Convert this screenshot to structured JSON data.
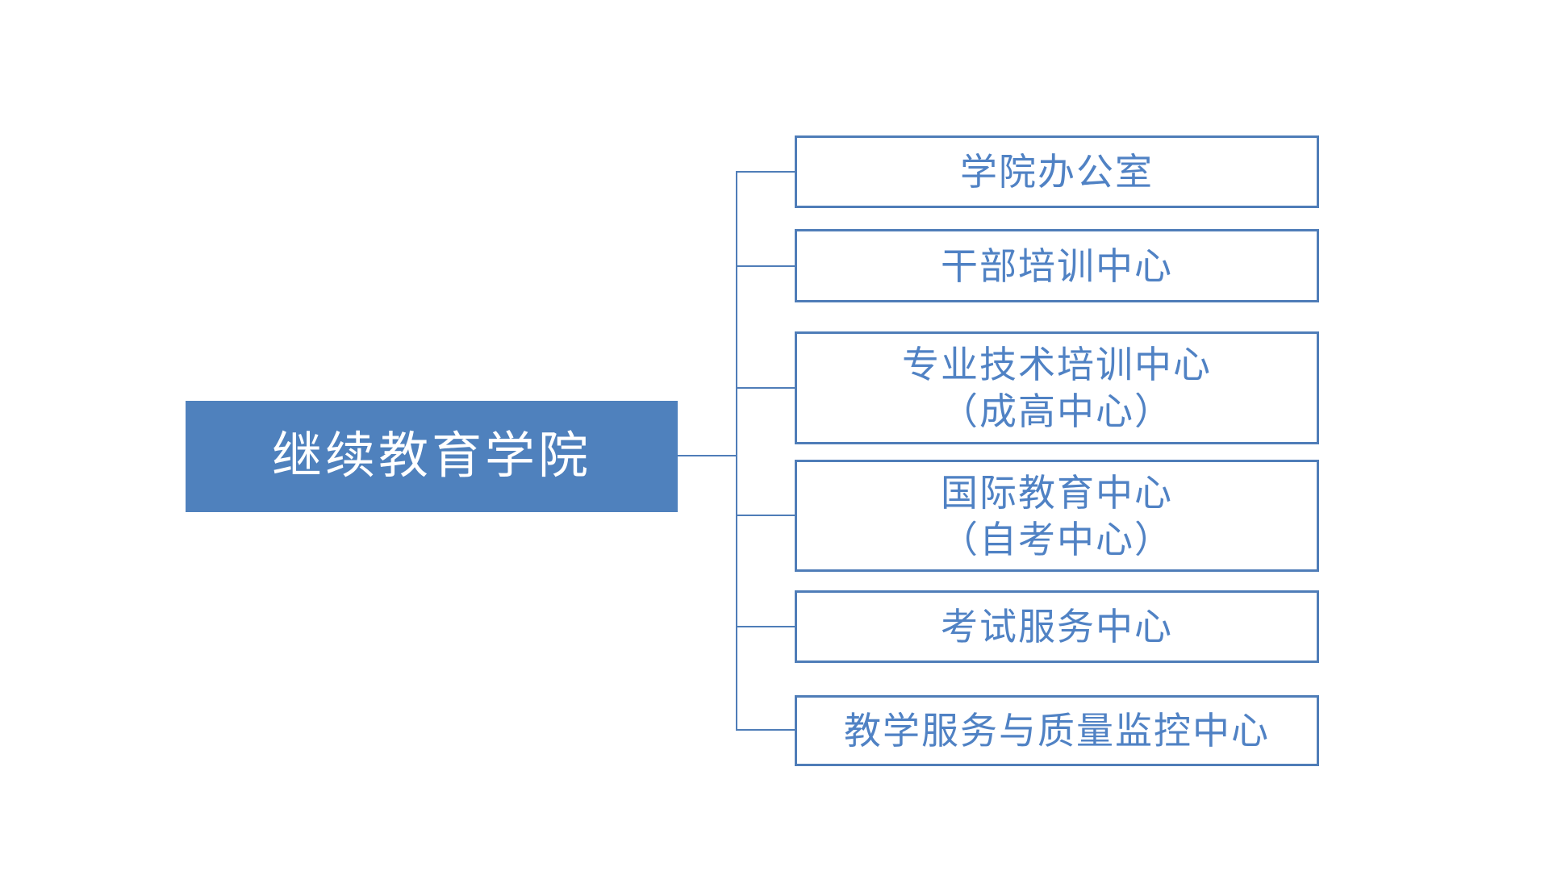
{
  "org_chart": {
    "type": "organization-diagram",
    "root": {
      "label": "继续教育学院"
    },
    "departments": [
      {
        "lines": [
          "学院办公室"
        ]
      },
      {
        "lines": [
          "干部培训中心"
        ]
      },
      {
        "lines": [
          "专业技术培训中心",
          "（成高中心）"
        ]
      },
      {
        "lines": [
          "国际教育中心",
          "（自考中心）"
        ]
      },
      {
        "lines": [
          "考试服务中心"
        ]
      },
      {
        "lines": [
          "教学服务与质量监控中心"
        ]
      }
    ],
    "colors": {
      "root_fill": "#4F81BD",
      "root_text": "#FFFFFF",
      "box_border": "#4F7DB8",
      "box_fill": "#FFFFFF",
      "box_text": "#5082C4",
      "connector": "#4F7DB8",
      "background": "#FFFFFF"
    }
  }
}
